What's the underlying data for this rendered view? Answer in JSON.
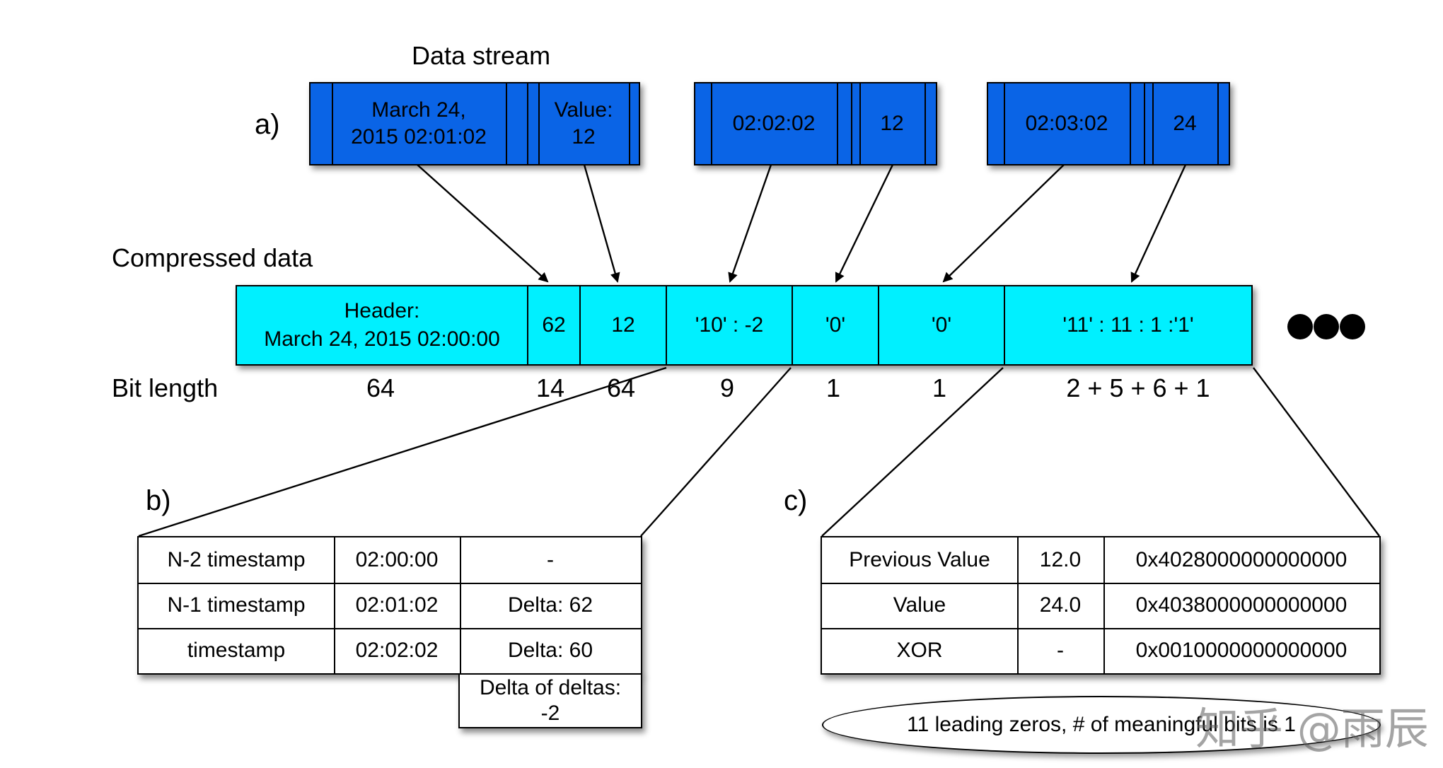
{
  "title_data_stream": "Data stream",
  "label_a": "a)",
  "label_b": "b)",
  "label_c": "c)",
  "title_compressed": "Compressed data",
  "label_bit_length": "Bit length",
  "data_stream": [
    {
      "timestamp": "March 24,\n2015 02:01:02",
      "value": "Value:\n12"
    },
    {
      "timestamp": "02:02:02",
      "value": "12"
    },
    {
      "timestamp": "02:03:02",
      "value": "24"
    }
  ],
  "compressed": [
    {
      "text": "Header:\nMarch 24, 2015 02:00:00",
      "bits": "64"
    },
    {
      "text": "62",
      "bits": "14"
    },
    {
      "text": "12",
      "bits": "64"
    },
    {
      "text": "'10' : -2",
      "bits": "9"
    },
    {
      "text": "'0'",
      "bits": "1"
    },
    {
      "text": "'0'",
      "bits": "1"
    },
    {
      "text": "'11' : 11 : 1 :'1'",
      "bits": "2 + 5 + 6 + 1"
    }
  ],
  "ellipsis": "●●●",
  "table_b": {
    "rows": [
      [
        "N-2 timestamp",
        "02:00:00",
        "-"
      ],
      [
        "N-1 timestamp",
        "02:01:02",
        "Delta: 62"
      ],
      [
        "timestamp",
        "02:02:02",
        "Delta: 60"
      ]
    ],
    "extra": "Delta of deltas:\n-2"
  },
  "table_c": {
    "rows": [
      [
        "Previous Value",
        "12.0",
        "0x4028000000000000"
      ],
      [
        "Value",
        "24.0",
        "0x4038000000000000"
      ],
      [
        "XOR",
        "-",
        "0x0010000000000000"
      ]
    ]
  },
  "note": "11 leading zeros, # of meaningful bits is 1",
  "watermark": "知乎 @雨辰"
}
